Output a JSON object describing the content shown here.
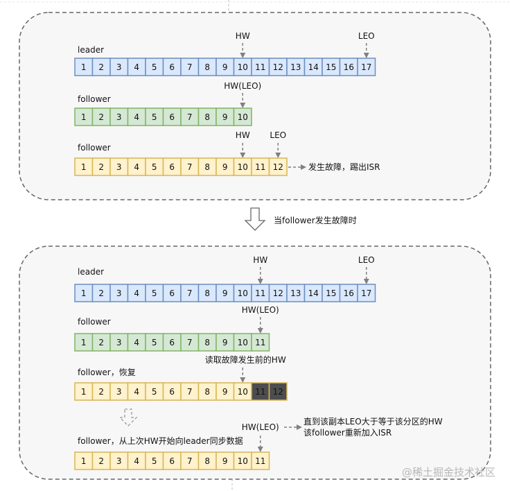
{
  "colors": {
    "leader_fill": "#dae8fc",
    "leader_stroke": "#6c8ebf",
    "follower_fill": "#d5e8d4",
    "follower_stroke": "#82b366",
    "failed_fill": "#fff2cc",
    "failed_stroke": "#d6b656",
    "stale_fill": "#4d4d4d",
    "arrow": "#808080",
    "panel_bg": "#f7f7f7",
    "panel_border": "#666666"
  },
  "top_panel": {
    "leader": {
      "label": "leader",
      "cells": [
        "1",
        "2",
        "3",
        "4",
        "5",
        "6",
        "7",
        "8",
        "9",
        "10",
        "11",
        "12",
        "13",
        "14",
        "15",
        "16",
        "17"
      ],
      "hw_label": "HW",
      "leo_label": "LEO"
    },
    "follower_ok": {
      "label": "follower",
      "cells": [
        "1",
        "2",
        "3",
        "4",
        "5",
        "6",
        "7",
        "8",
        "9",
        "10"
      ],
      "marker_label": "HW(LEO)"
    },
    "follower_failed": {
      "label": "follower",
      "cells": [
        "1",
        "2",
        "3",
        "4",
        "5",
        "6",
        "7",
        "8",
        "9",
        "10",
        "11",
        "12"
      ],
      "hw_label": "HW",
      "leo_label": "LEO",
      "note": "发生故障，踢出ISR"
    }
  },
  "transition_label": "当follower发生故障时",
  "bottom_panel": {
    "leader": {
      "label": "leader",
      "cells": [
        "1",
        "2",
        "3",
        "4",
        "5",
        "6",
        "7",
        "8",
        "9",
        "10",
        "11",
        "12",
        "13",
        "14",
        "15",
        "16",
        "17"
      ],
      "hw_label": "HW",
      "leo_label": "LEO"
    },
    "follower_ok": {
      "label": "follower",
      "cells": [
        "1",
        "2",
        "3",
        "4",
        "5",
        "6",
        "7",
        "8",
        "9",
        "10",
        "11"
      ],
      "marker_label": "HW(LEO)"
    },
    "follower_recovered": {
      "label": "follower，恢复",
      "cells": [
        "1",
        "2",
        "3",
        "4",
        "5",
        "6",
        "7",
        "8",
        "9",
        "10",
        "11",
        "12"
      ],
      "truncated_cells": [
        "11",
        "12"
      ],
      "marker_label": "读取故障发生前的HW"
    },
    "follower_sync": {
      "label": "follower，从上次HW开始向leader同步数据",
      "cells": [
        "1",
        "2",
        "3",
        "4",
        "5",
        "6",
        "7",
        "8",
        "9",
        "10",
        "11"
      ],
      "marker_label": "HW(LEO)",
      "note_line1": "直到该副本LEO大于等于该分区的HW",
      "note_line2": "该follower重新加入ISR"
    }
  },
  "watermark": "@稀土掘金技术社区"
}
